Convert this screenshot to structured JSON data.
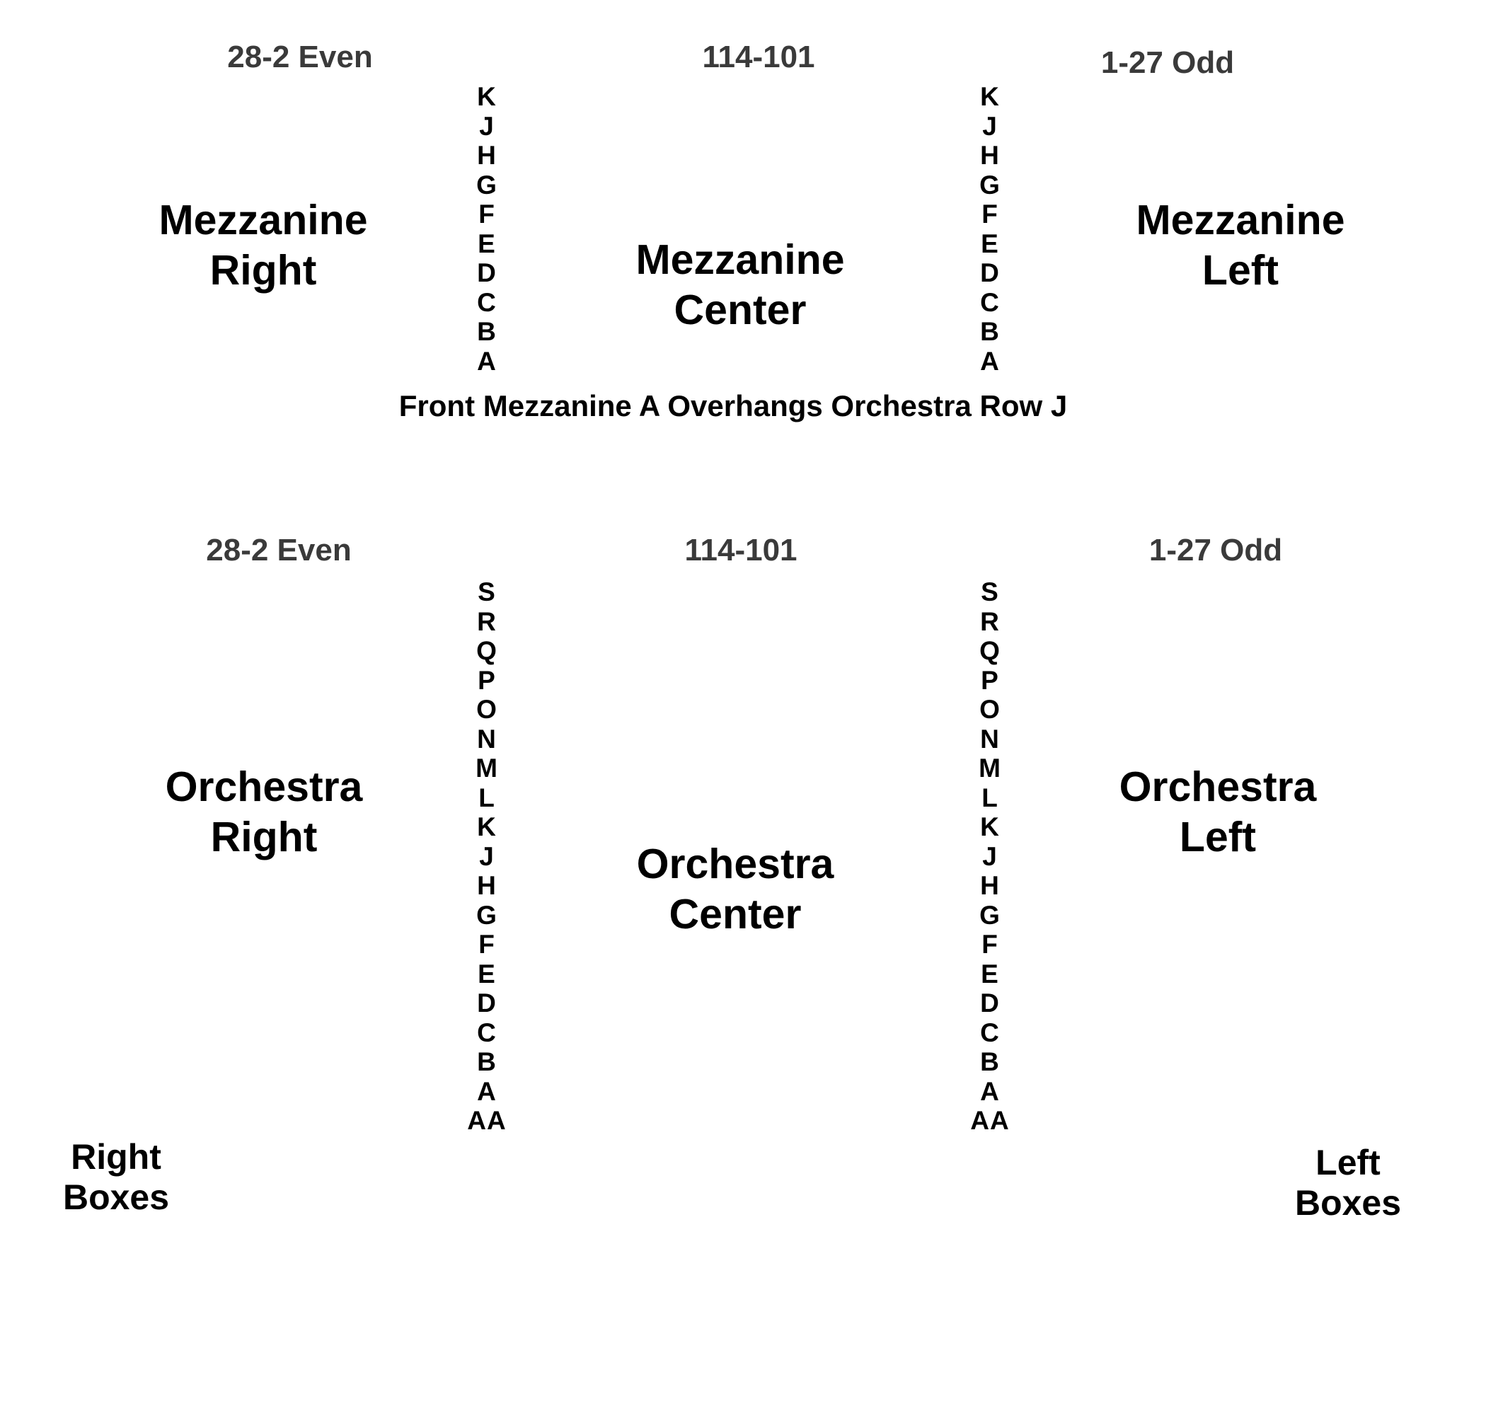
{
  "mezzanine": {
    "seats": {
      "right": "28-2 Even",
      "center": "114-101",
      "left": "1-27 Odd"
    },
    "sections": {
      "right": [
        "Mezzanine",
        "Right"
      ],
      "center": [
        "Mezzanine",
        "Center"
      ],
      "left": [
        "Mezzanine",
        "Left"
      ]
    },
    "rows": [
      "K",
      "J",
      "H",
      "G",
      "F",
      "E",
      "D",
      "C",
      "B",
      "A"
    ]
  },
  "note": "Front Mezzanine A Overhangs Orchestra Row J",
  "orchestra": {
    "seats": {
      "right": "28-2 Even",
      "center": "114-101",
      "left": "1-27 Odd"
    },
    "sections": {
      "right": [
        "Orchestra",
        "Right"
      ],
      "center": [
        "Orchestra",
        "Center"
      ],
      "left": [
        "Orchestra",
        "Left"
      ]
    },
    "rows": [
      "S",
      "R",
      "Q",
      "P",
      "O",
      "N",
      "M",
      "L",
      "K",
      "J",
      "H",
      "G",
      "F",
      "E",
      "D",
      "C",
      "B",
      "A",
      "AA"
    ]
  },
  "boxes": {
    "right": [
      "Right",
      "Boxes"
    ],
    "left": [
      "Left",
      "Boxes"
    ]
  }
}
